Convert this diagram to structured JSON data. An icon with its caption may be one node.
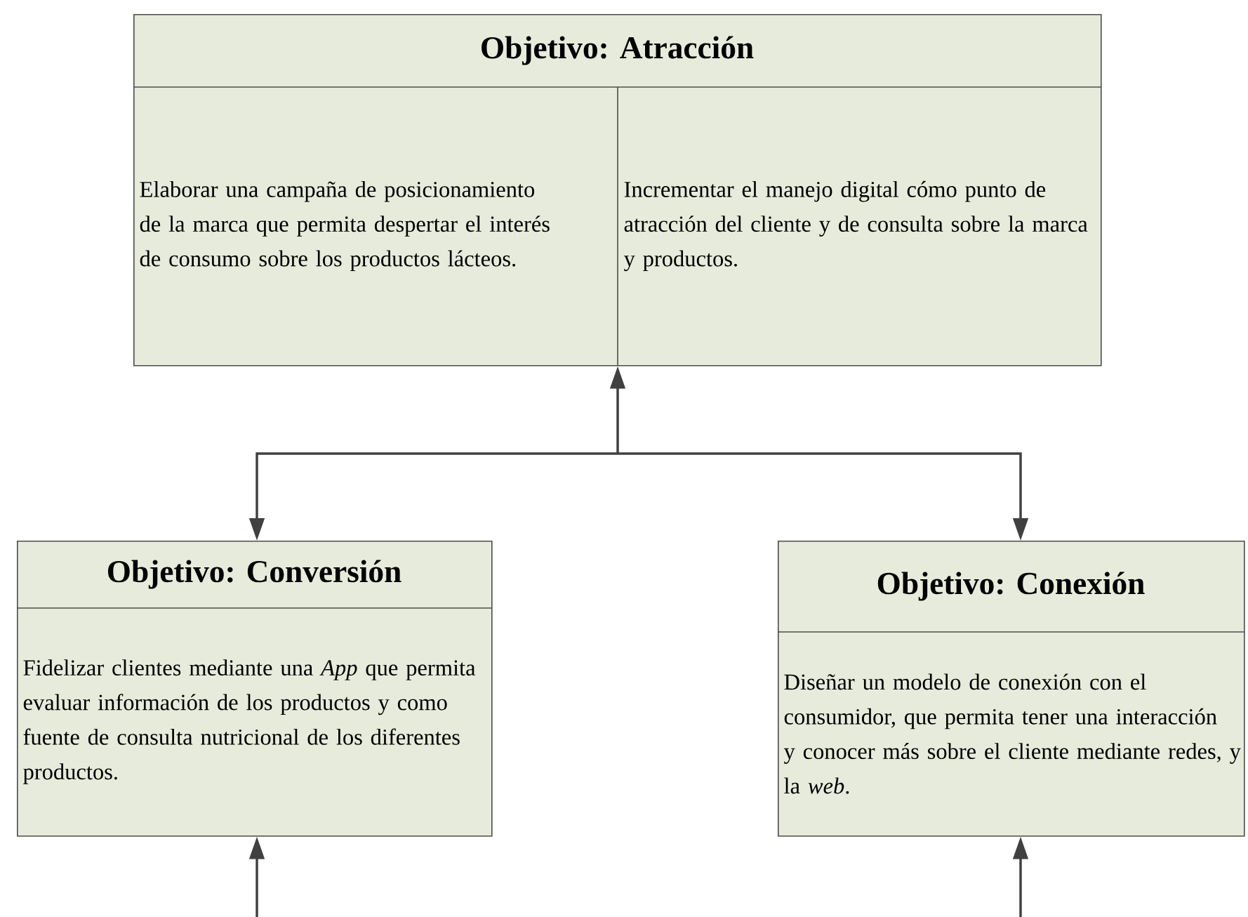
{
  "diagram": {
    "nodes": [
      {
        "text": [
          "Objetivo: Atracción",
          "Elaborar una campaña de posicionamiento de la marca que permita despertar el interés de consumo sobre los productos lácteos.",
          "Incrementar el manejo digital cómo punto de atracción del cliente y de consulta sobre la marca y productos."
        ]
      },
      {
        "text": [
          "Objetivo: Conversión",
          "Fidelizar clientes mediante una *App* que permita evaluar información de los productos y como fuente de consulta nutricional de los diferentes productos."
        ]
      },
      {
        "text": [
          "Objetivo: Conexión",
          "Diseñar un modelo de conexión con el consumidor, que permita tener una interacción y conocer más sobre el cliente mediante redes, y la *web*."
        ]
      }
    ],
    "edges": [
      {
        "from": 1,
        "to": 0,
        "arrow": "both"
      },
      {
        "from": 2,
        "to": 0,
        "arrow": "both"
      },
      {
        "from": null,
        "to": 1,
        "arrow": "to"
      },
      {
        "from": null,
        "to": 2,
        "arrow": "to"
      }
    ]
  }
}
